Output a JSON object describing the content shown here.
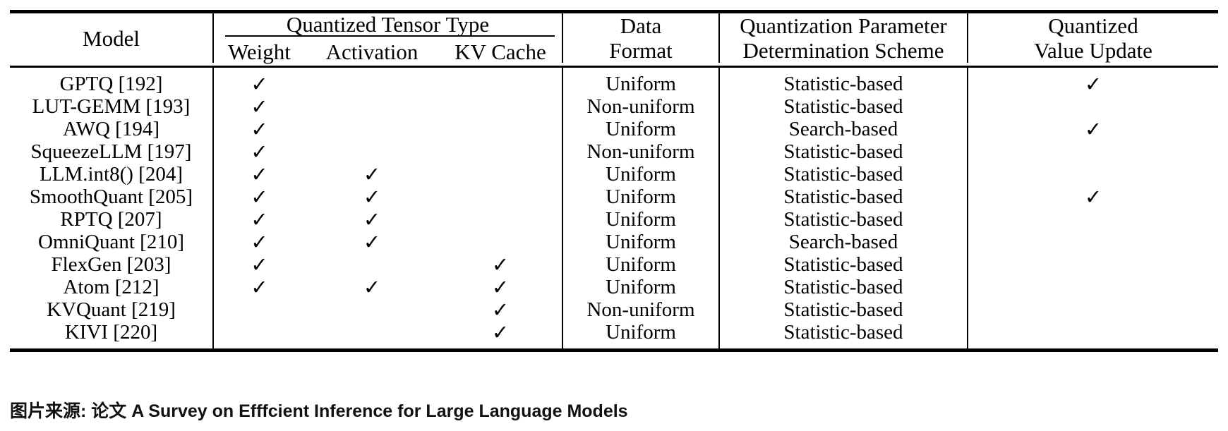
{
  "table": {
    "headers": {
      "model": "Model",
      "group_tensor": "Quantized Tensor Type",
      "weight": "Weight",
      "activation": "Activation",
      "kv_cache": "KV Cache",
      "data_format_l1": "Data",
      "data_format_l2": "Format",
      "scheme_l1": "Quantization Parameter",
      "scheme_l2": "Determination Scheme",
      "update_l1": "Quantized",
      "update_l2": "Value Update"
    },
    "check_glyph": "✓",
    "rows": [
      {
        "model": "GPTQ [192]",
        "weight": "✓",
        "activation": "",
        "kv_cache": "",
        "data_format": "Uniform",
        "scheme": "Statistic-based",
        "value_update": "✓"
      },
      {
        "model": "LUT-GEMM [193]",
        "weight": "✓",
        "activation": "",
        "kv_cache": "",
        "data_format": "Non-uniform",
        "scheme": "Statistic-based",
        "value_update": ""
      },
      {
        "model": "AWQ [194]",
        "weight": "✓",
        "activation": "",
        "kv_cache": "",
        "data_format": "Uniform",
        "scheme": "Search-based",
        "value_update": "✓"
      },
      {
        "model": "SqueezeLLM [197]",
        "weight": "✓",
        "activation": "",
        "kv_cache": "",
        "data_format": "Non-uniform",
        "scheme": "Statistic-based",
        "value_update": ""
      },
      {
        "model": "LLM.int8() [204]",
        "weight": "✓",
        "activation": "✓",
        "kv_cache": "",
        "data_format": "Uniform",
        "scheme": "Statistic-based",
        "value_update": ""
      },
      {
        "model": "SmoothQuant [205]",
        "weight": "✓",
        "activation": "✓",
        "kv_cache": "",
        "data_format": "Uniform",
        "scheme": "Statistic-based",
        "value_update": "✓"
      },
      {
        "model": "RPTQ [207]",
        "weight": "✓",
        "activation": "✓",
        "kv_cache": "",
        "data_format": "Uniform",
        "scheme": "Statistic-based",
        "value_update": ""
      },
      {
        "model": "OmniQuant [210]",
        "weight": "✓",
        "activation": "✓",
        "kv_cache": "",
        "data_format": "Uniform",
        "scheme": "Search-based",
        "value_update": ""
      },
      {
        "model": "FlexGen [203]",
        "weight": "✓",
        "activation": "",
        "kv_cache": "✓",
        "data_format": "Uniform",
        "scheme": "Statistic-based",
        "value_update": ""
      },
      {
        "model": "Atom [212]",
        "weight": "✓",
        "activation": "✓",
        "kv_cache": "✓",
        "data_format": "Uniform",
        "scheme": "Statistic-based",
        "value_update": ""
      },
      {
        "model": "KVQuant [219]",
        "weight": "",
        "activation": "",
        "kv_cache": "✓",
        "data_format": "Non-uniform",
        "scheme": "Statistic-based",
        "value_update": ""
      },
      {
        "model": "KIVI [220]",
        "weight": "",
        "activation": "",
        "kv_cache": "✓",
        "data_format": "Uniform",
        "scheme": "Statistic-based",
        "value_update": ""
      }
    ]
  },
  "caption": {
    "text": "图片来源: 论文 A Survey on Efffcient Inference for Large Language Models"
  },
  "colors": {
    "rule": "#000000",
    "text": "#000000",
    "background": "#ffffff"
  }
}
